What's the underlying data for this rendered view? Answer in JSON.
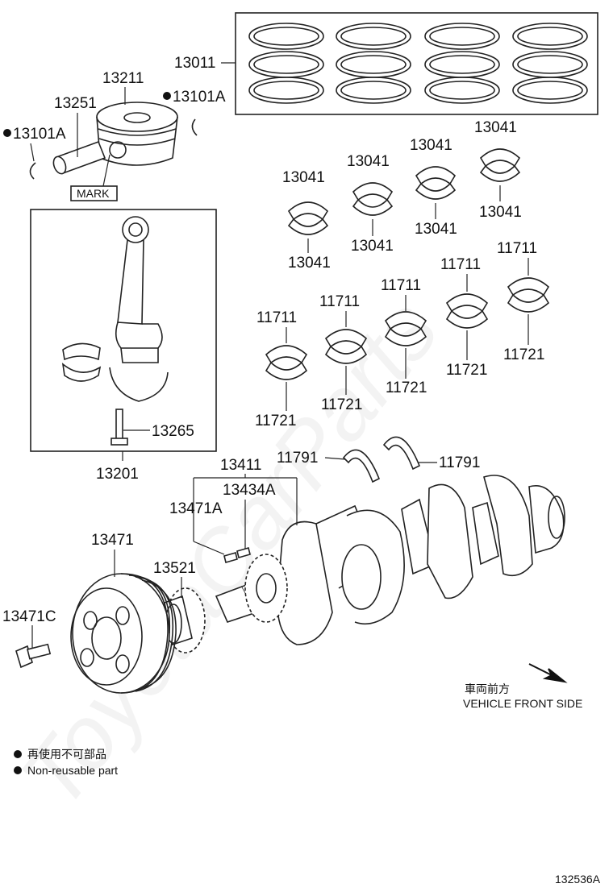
{
  "parts": {
    "rings": "13011",
    "piston": "13211",
    "pin": "13251",
    "snap_ring_right": "13101A",
    "snap_ring_left": "13101A",
    "mark": "MARK",
    "bearing_upper_1": "13041",
    "bearing_upper_2": "13041",
    "bearing_upper_3": "13041",
    "bearing_upper_4": "13041",
    "bearing_lower_1": "13041",
    "bearing_lower_2": "13041",
    "bearing_lower_3": "13041",
    "bearing_lower_4": "13041",
    "main_upper_1": "11711",
    "main_upper_2": "11711",
    "main_upper_3": "11711",
    "main_upper_4": "11711",
    "main_upper_5": "11711",
    "main_lower_1": "11721",
    "main_lower_2": "11721",
    "main_lower_3": "11721",
    "main_lower_4": "11721",
    "main_lower_5": "11721",
    "rod_bolt": "13265",
    "rod_assy": "13201",
    "thrust_left": "11791",
    "thrust_right": "11791",
    "crankshaft": "13411",
    "key_1": "13434A",
    "key_2": "13471A",
    "pulley": "13471",
    "sprocket": "13521",
    "pulley_bolt": "13471C"
  },
  "direction": {
    "label_jp": "車両前方",
    "label_en": "VEHICLE FRONT SIDE"
  },
  "legend": {
    "jp": "再使用不可部品",
    "en": "Non-reusable part"
  },
  "figure_code": "132536A",
  "watermark": "ToyotaCarParts"
}
